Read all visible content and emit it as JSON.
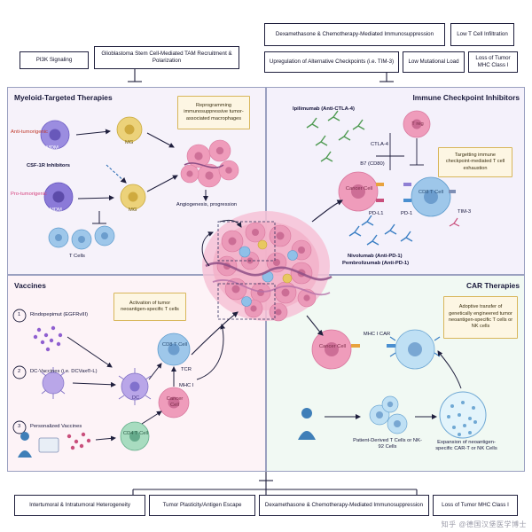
{
  "figure": {
    "title": "Glioblastoma immunotherapy targets and resistance mechanisms schematic"
  },
  "top_boxes": [
    {
      "id": "pi3k",
      "text": "PI3K Signaling"
    },
    {
      "id": "gsc_tam",
      "text": "Glioblastoma Stem Cell-Mediated  TAM Recruitment & Polarization"
    },
    {
      "id": "dex_chemo_top",
      "text": "Dexamethasone & Chemotherapy-Mediated Immunosuppression"
    },
    {
      "id": "low_tcell",
      "text": "Low T Cell Infiltration"
    },
    {
      "id": "alt_checkpoints",
      "text": "Upregulation of Alternative Checkpoints (i.e. TIM-3)"
    },
    {
      "id": "low_mut",
      "text": "Low Mutational Load"
    },
    {
      "id": "loss_mhc1",
      "text": "Loss of Tumor MHC Class I"
    }
  ],
  "bottom_boxes": [
    {
      "id": "heterogeneity",
      "text": "Intertumoral & Intratumoral Heterogeneity"
    },
    {
      "id": "plasticity",
      "text": "Tumor Plasticity/Antigen Escape"
    },
    {
      "id": "dex_chemo_bottom",
      "text": "Dexamethasone & Chemotherapy-Mediated Immunosuppression"
    },
    {
      "id": "loss_mhc1_bottom",
      "text": "Loss of Tumor MHC Class I"
    }
  ],
  "quadrants": {
    "myeloid": {
      "title": "Myeloid-Targeted Therapies",
      "callout": "Reprogramming immunosuppressive tumor-associated macrophages",
      "labels": {
        "anti_tumorigenic": "Anti-tumorigenic",
        "pro_tumorigenic": "Pro-tumorigenic",
        "csf1r": "CSF-1R Inhibitors",
        "angiogenesis": "Angiogenesis, progression",
        "t_cells": "T Cells",
        "mdm_1": "MDM",
        "mdm_2": "MDM",
        "mg_1": "MG",
        "mg_2": "MG"
      }
    },
    "checkpoint": {
      "title": "Immune Checkpoint Inhibitors",
      "callout": "Targetting immune checkpoint-mediated T cell exhaustion",
      "labels": {
        "ipilimumab": "Ipilimumab (Anti-CTLA-4)",
        "nivolumab": "Nivolumab (Anti-PD-1)",
        "pembrolizumab": "Pembrolizumab (Anti-PD-1)",
        "ctla4": "CTLA-4",
        "b7": "B7 (CD80)",
        "pd_l1": "PD-L1",
        "pd_1": "PD-1",
        "tim3": "TIM-3",
        "treg": "T reg",
        "cancer_cell": "Cancer Cell",
        "cd8": "CD8 T Cell"
      }
    },
    "vaccines": {
      "title": "Vaccines",
      "callout": "Activation of tumor neoantigen-specific T cells",
      "items": [
        {
          "num": "1",
          "text": "Rindopepimut (EGFRvIII)"
        },
        {
          "num": "2",
          "text": "DC-Vaccines (i.e. DCVax®-L)"
        },
        {
          "num": "3",
          "text": "Personalized Vaccines"
        }
      ],
      "labels": {
        "dc": "DC",
        "cd8": "CD8 T Cell",
        "cd4": "CD4 T Cell",
        "cancer_cell": "Cancer Cell",
        "tcr": "TCR",
        "mhc1": "MHC I"
      }
    },
    "car": {
      "title": "CAR Therapies",
      "callout": "Adoptive transfer of genetically engineered tumor neoantigen-specific T cells or NK cells",
      "labels": {
        "cancer_cell": "Cancer Cell",
        "mhc1_car": "MHC I  CAR",
        "patient_derived": "Patient-Derived T Cells or NK-92 Cells",
        "expansion": "Expansion of neoantigen-specific CAR-T or NK Cells"
      }
    }
  },
  "watermark": "知乎 @德国汉堡医学博士",
  "colors": {
    "myeloid_bg": "#f6f2fa",
    "checkpoint_bg": "#f4f1fb",
    "vaccines_bg": "#fdf3f7",
    "car_bg": "#f1f9f3",
    "callout_bg": "#fdf6e3",
    "callout_border": "#d8b65a",
    "tumor_pink": "#e98fb0",
    "tcell_blue": "#7fb3e0",
    "mdm_purple": "#8f7fd4",
    "mg_yellow": "#e8c860",
    "green_antibody": "#4f9a52",
    "line": "#1f1f3d"
  }
}
